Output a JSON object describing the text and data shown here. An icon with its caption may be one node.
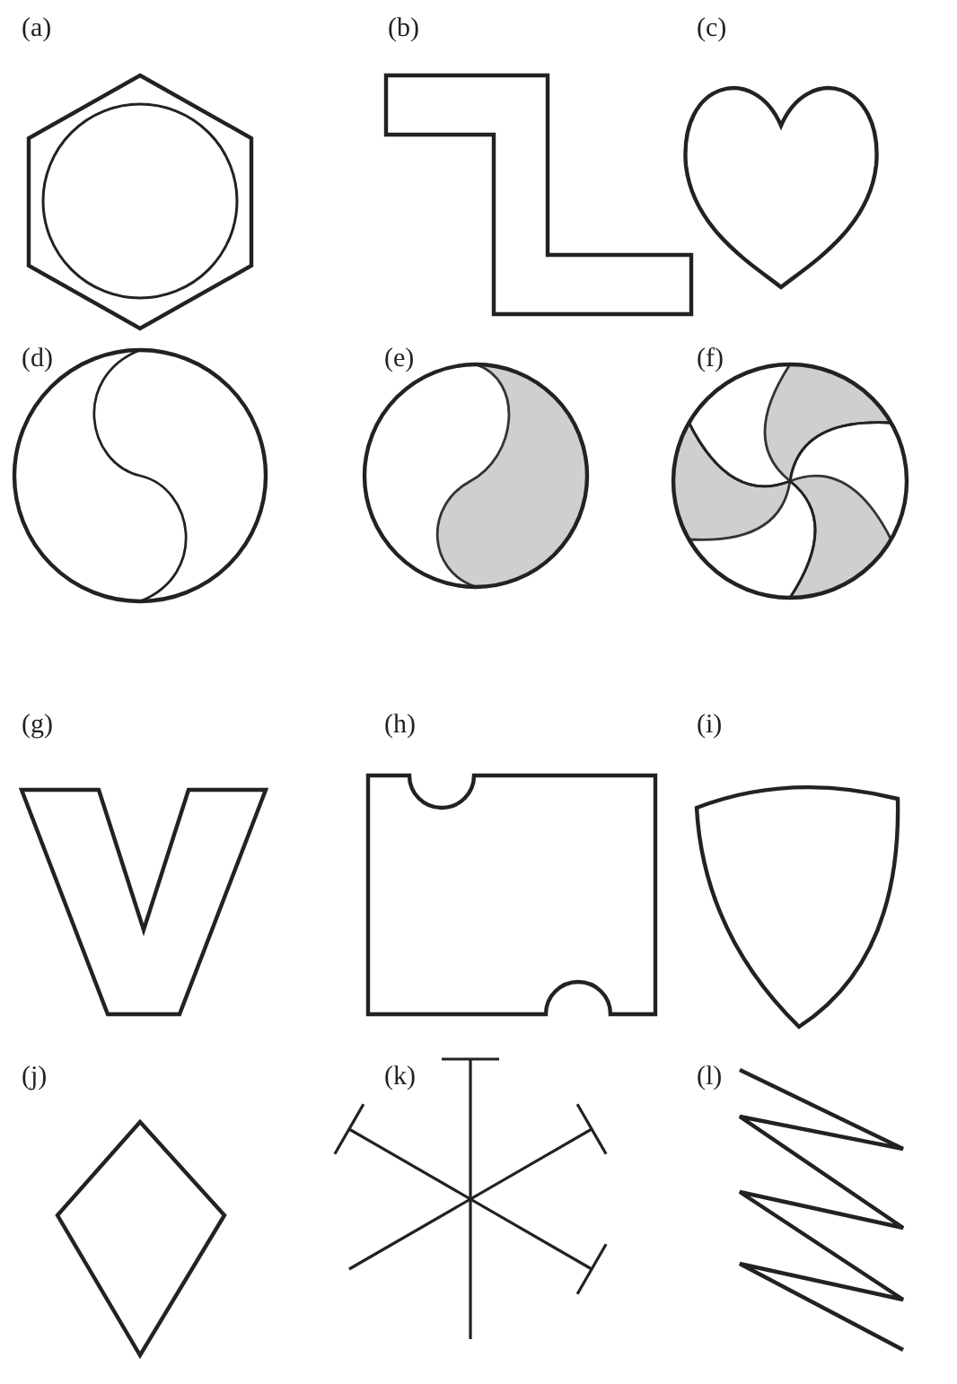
{
  "diagram": {
    "labels": [
      "(a)",
      "(b)",
      "(c)",
      "(d)",
      "(e)",
      "(f)",
      "(g)",
      "(h)",
      "(i)",
      "(j)",
      "(k)",
      "(l)"
    ]
  }
}
